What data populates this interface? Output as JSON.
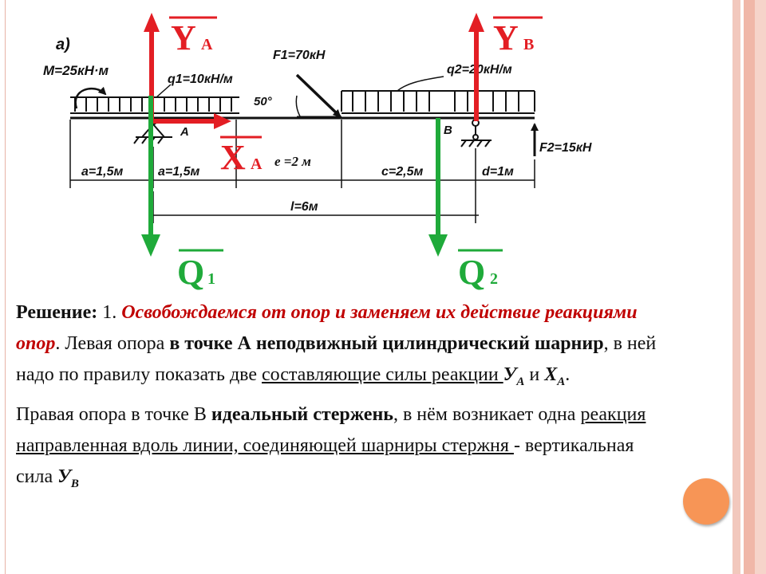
{
  "diagram": {
    "labels": {
      "part": "а)",
      "moment": "M=25кН·м",
      "q1": "q1=10кН/м",
      "f1": "F1=70кН",
      "angle": "50°",
      "q2": "q2=20кН/м",
      "f2": "F2=15кН",
      "a1": "a=1,5м",
      "a2": "a=1,5м",
      "e": "e =2 м",
      "c": "c=2,5м",
      "d": "d=1м",
      "l": "l=6м",
      "A": "A",
      "B": "B"
    },
    "reactions": {
      "YA": "Y",
      "YA_sub": "A",
      "YB": "Y",
      "YB_sub": "B",
      "XA": "X",
      "XA_sub": "A",
      "Q1": "Q",
      "Q1_sub": "1",
      "Q2": "Q",
      "Q2_sub": "2"
    },
    "colors": {
      "reaction": "#e31e24",
      "load": "#1faa3a",
      "ink": "#111111"
    }
  },
  "text": {
    "p1_label": "Решение:",
    "p1_num": " 1. ",
    "p1_red": "Освобождаемся от опор и заменяем их действие реакциями опор",
    "p1_a": ". Левая опора ",
    "p1_b1": "в точке А неподвижный цилиндрический шарнир",
    "p1_c": ", в ней надо по правилу показать две ",
    "p1_u1": "составляющие силы реакции ",
    "p1_ya": "У",
    "p1_ya_sub": "А",
    "p1_and": " и ",
    "p1_xa": "Х",
    "p1_xa_sub": "А",
    "p1_end": ".",
    "p2_a": "Правая опора в точке В ",
    "p2_b": "идеальный стержень",
    "p2_c": ", в нём возникает  одна   ",
    "p2_u": "реакция направленная вдоль линии, соединяющей шарниры стержня  ",
    "p2_d": "- вертикальная сила ",
    "p2_yb": "У",
    "p2_yb_sub": "В"
  }
}
